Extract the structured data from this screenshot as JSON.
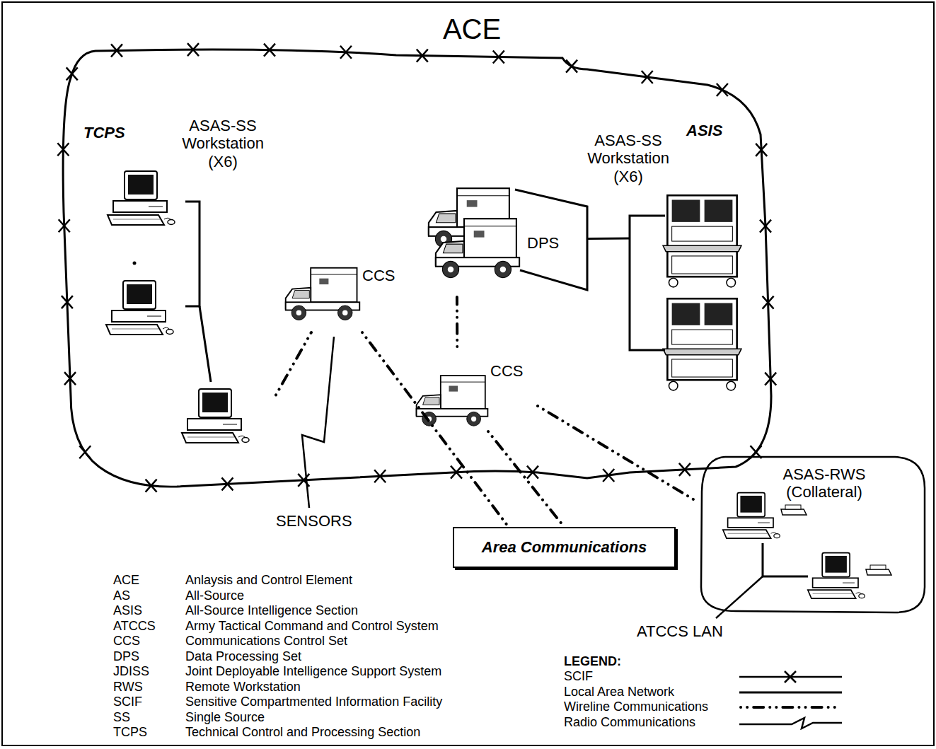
{
  "diagram": {
    "nodes": [
      {
        "text": [
          "ACE"
        ]
      },
      {
        "text": [
          "TCPS",
          "ASAS-SS Workstation (X6)"
        ],
        "in": 0
      },
      {
        "text": [
          "CCS"
        ],
        "in": 0
      },
      {
        "text": [
          "DPS"
        ],
        "in": 0
      },
      {
        "text": [
          "ASIS",
          "ASAS-SS Workstation (X6)"
        ],
        "in": 0
      },
      {
        "text": [
          "CCS"
        ],
        "in": 0
      },
      {
        "text": [
          "Area Communications"
        ]
      },
      {
        "text": [
          "ASAS-RWS (Collateral)"
        ]
      }
    ],
    "edges": [
      {
        "from": 1,
        "to": 2,
        "arrow": "none"
      },
      {
        "from": 2,
        "to": 6,
        "arrow": "none"
      },
      {
        "from": 5,
        "to": 3,
        "arrow": "none"
      },
      {
        "from": 5,
        "to": 6,
        "arrow": "none"
      },
      {
        "from": 5,
        "to": 7,
        "arrow": "none"
      },
      {
        "from": 3,
        "to": 4,
        "arrow": "none"
      }
    ],
    "labels": [
      "SENSORS",
      "ATCCS LAN",
      "ACE",
      "Anlaysis and Control Element",
      "AS",
      "All-Source",
      "ASIS",
      "All-Source Intelligence Section",
      "ATCCS",
      "Army Tactical Command and Control System",
      "CCS",
      "Communications Control Set",
      "DPS",
      "Data Processing Set",
      "JDISS",
      "Joint Deployable Intelligence Support System",
      "RWS",
      "Remote Workstation",
      "SCIF",
      "Sensitive Compartmented Information Facility",
      "SS",
      "Single Source",
      "TCPS",
      "Technical Control and Processing Section",
      "LEGEND:"
    ],
    "legend": [
      {
        "text": "SCIF"
      },
      {
        "text": "Local Area Network"
      },
      {
        "text": "Wireline Communications"
      },
      {
        "text": "Radio Communications"
      }
    ]
  }
}
